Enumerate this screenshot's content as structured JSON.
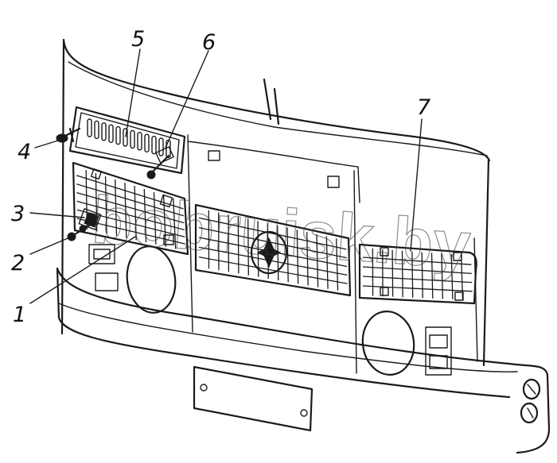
{
  "diagram": {
    "callouts": [
      {
        "id": "1",
        "label": "1"
      },
      {
        "id": "2",
        "label": "2"
      },
      {
        "id": "3",
        "label": "3"
      },
      {
        "id": "4",
        "label": "4"
      },
      {
        "id": "5",
        "label": "5"
      },
      {
        "id": "6",
        "label": "6"
      },
      {
        "id": "7",
        "label": "7"
      }
    ],
    "watermark": "bobruisk.by",
    "colors": {
      "ink": "#1a1a1a",
      "background": "#ffffff"
    }
  }
}
